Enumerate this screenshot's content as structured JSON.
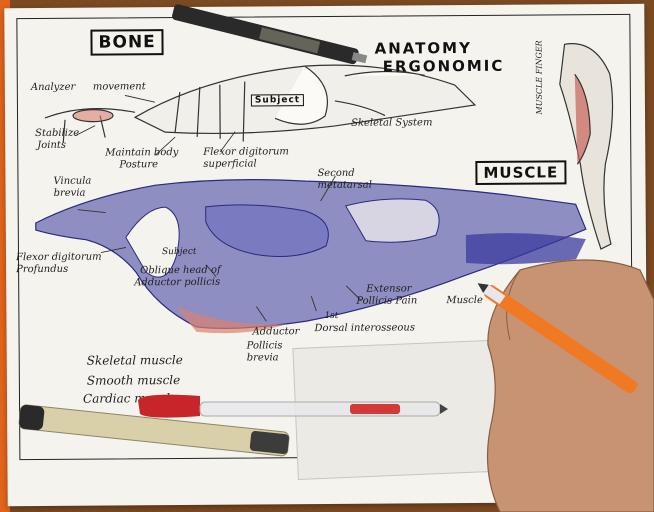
{
  "image_description": "",
  "boxes": {
    "bone": "BONE",
    "muscle": "MUSCLE",
    "subject": "Subject"
  },
  "title": {
    "line1": "ANATOMY",
    "line2": "ERGONOMIC"
  },
  "labels": {
    "analyzer": "Analyzer",
    "movement": "movement",
    "stabilize": "Stabilize",
    "joints": "Joints",
    "maintain": "Maintain body",
    "posture": "Posture",
    "skeletal": "Skeletal System",
    "flexor_sup_1": "Flexor digitorum",
    "flexor_sup_2": "superficial",
    "second_1": "Second",
    "second_2": "metatarsal",
    "vincula_1": "Vincula",
    "vincula_2": "brevia",
    "subject_small": "Subject",
    "flexor_pro_1": "Flexor digitorum",
    "flexor_pro_2": "Profundus",
    "oblique_1": "Oblique head of",
    "oblique_2": "Adductor pollicis",
    "extensor_1": "Extensor",
    "extensor_2": "Pollicis Pain",
    "first": "1st",
    "dorsal": "Dorsal interosseous",
    "adductor_1": "Adductor",
    "adductor_2": "Pollicis",
    "adductor_3": "brevia",
    "muscle_side": "Muscle",
    "muscle_finger": "MUSCLE FINGER"
  },
  "notes": {
    "skeletal_muscle": "Skeletal muscle",
    "smooth_muscle": "Smooth muscle",
    "cardiac_muscle": "Cardiac muscle"
  },
  "colors": {
    "ink_blue": "#3a3a9e",
    "shade_red": "#d9826f",
    "ink_black": "#1f1f1f",
    "paper": "#f5f3ee"
  }
}
